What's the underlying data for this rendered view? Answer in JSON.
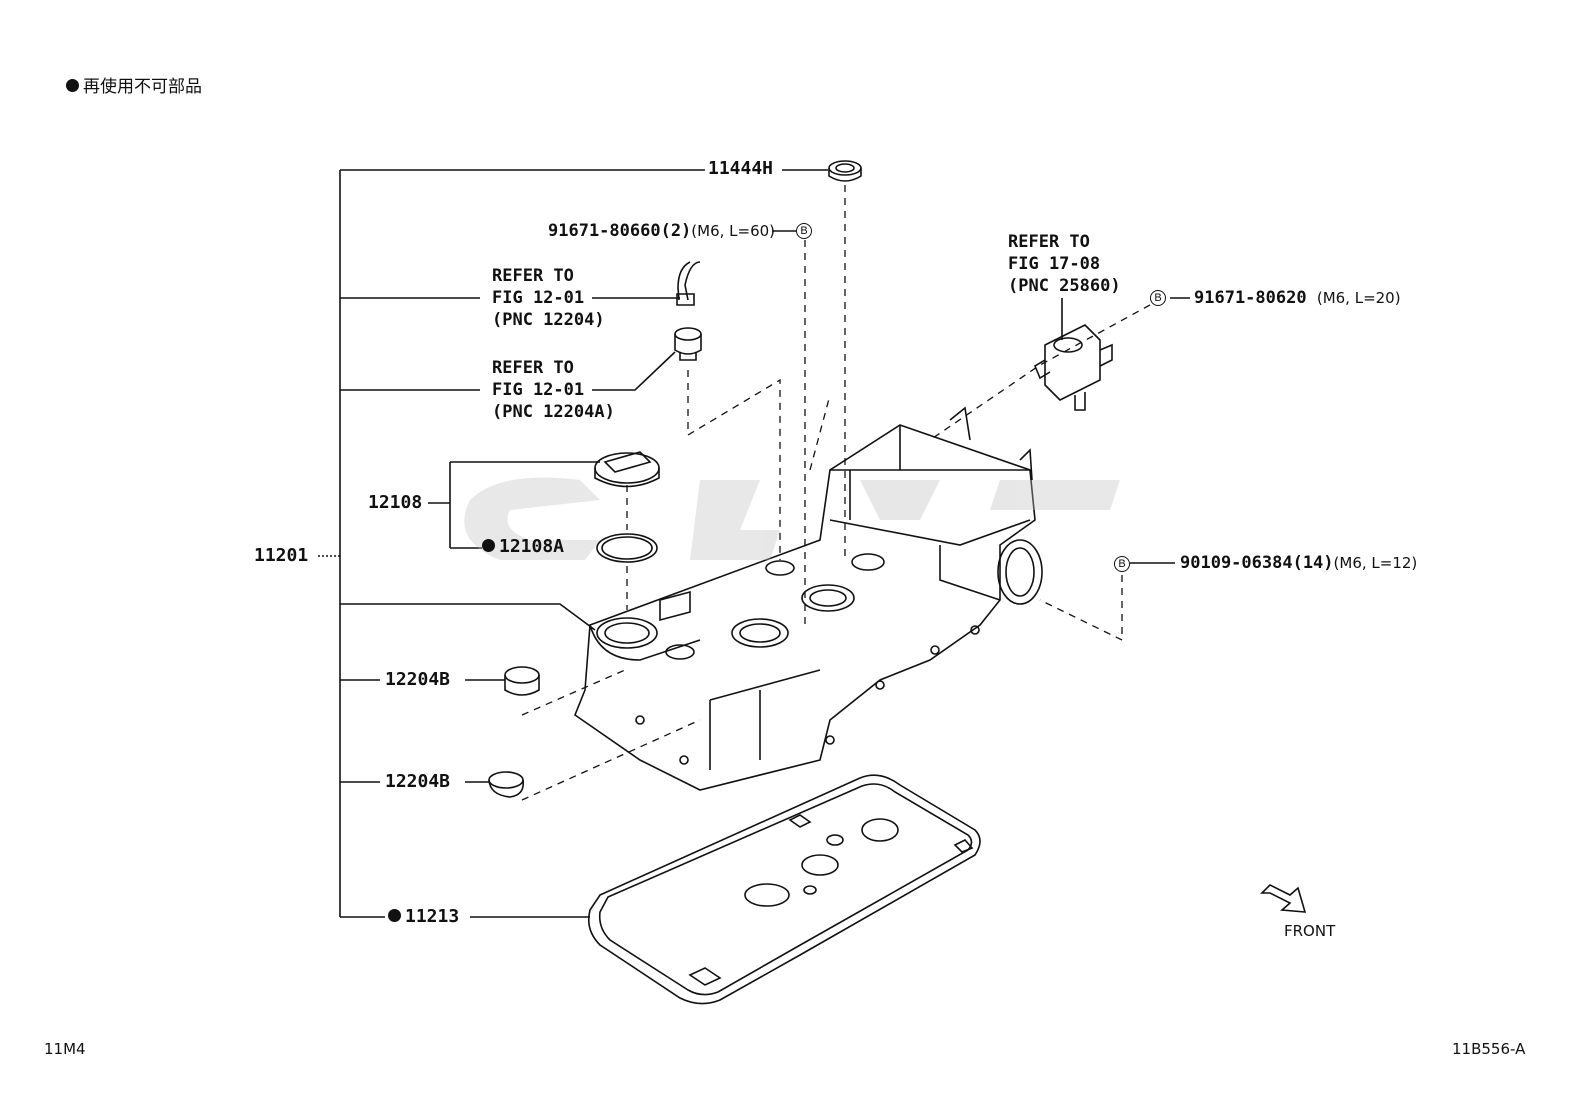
{
  "legend": {
    "text": "再使用不可部品"
  },
  "labels": {
    "p11444H": "11444H",
    "p91671_80660": "91671-80660(2)",
    "p91671_80660_spec": "(M6, L=60)",
    "bolt_mark": "B",
    "refer1": [
      "REFER TO",
      "FIG 12-01",
      "(PNC 12204)"
    ],
    "refer2": [
      "REFER TO",
      "FIG 12-01",
      "(PNC 12204A)"
    ],
    "refer3": [
      "REFER TO",
      "FIG 17-08",
      "(PNC 25860)"
    ],
    "p91671_80620": "91671-80620",
    "p91671_80620_spec": "(M6, L=20)",
    "p90109": "90109-06384(14)",
    "p90109_spec": "(M6, L=12)",
    "p12108": "12108",
    "p12108A": "12108A",
    "p11201": "11201",
    "p12204B_1": "12204B",
    "p12204B_2": "12204B",
    "p11213": "11213",
    "front": "FRONT",
    "footer_left": "11M4",
    "footer_right": "11B556-A"
  }
}
